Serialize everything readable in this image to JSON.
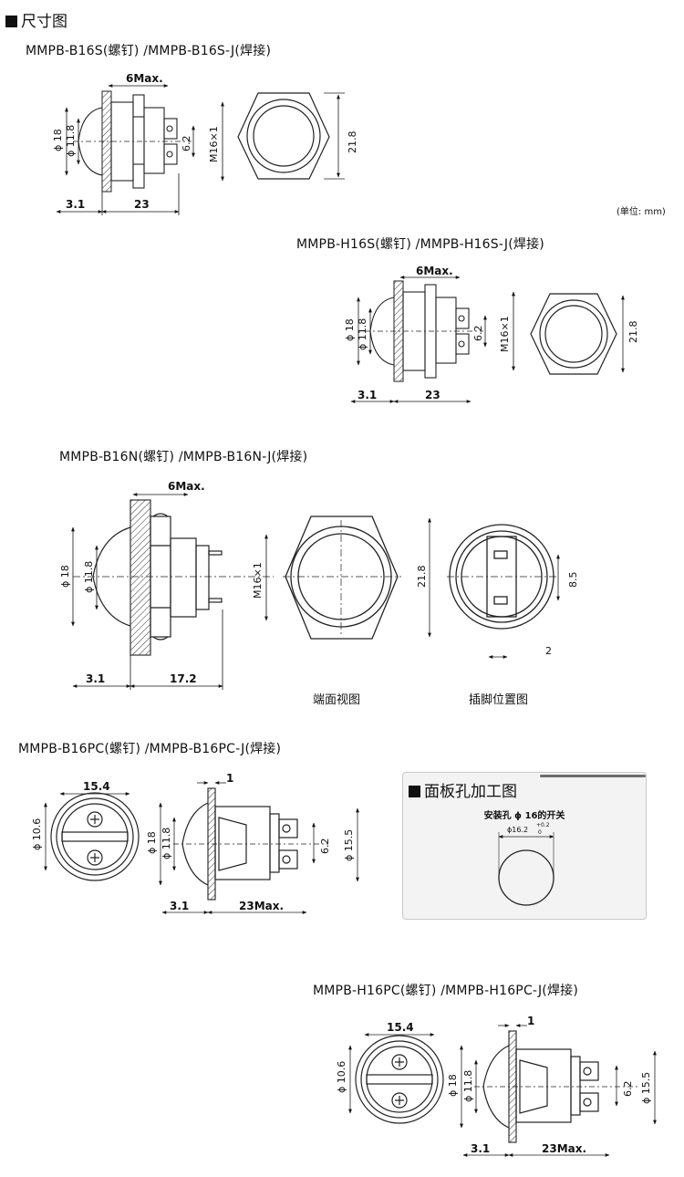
{
  "header": {
    "title": "尺寸图"
  },
  "unit_note": "(单位: mm)",
  "models": {
    "b16s": "MMPB-B16S(螺钉) /MMPB-B16S-J(焊接)",
    "h16s": "MMPB-H16S(螺钉) /MMPB-H16S-J(焊接)",
    "b16n": "MMPB-B16N(螺钉) /MMPB-B16N-J(焊接)",
    "b16pc": "MMPB-B16PC(螺钉) /MMPB-B16PC-J(焊接)",
    "h16pc": "MMPB-H16PC(螺钉) /MMPB-H16PC-J(焊接)"
  },
  "captions": {
    "end_view": "端面视图",
    "pin_view": "插脚位置图"
  },
  "panel": {
    "title": "面板孔加工图",
    "hole_label": "安装孔 ϕ 16的开关",
    "hole_dim": "ϕ16.2",
    "tol_plus": "+0.2",
    "tol_minus": "0"
  },
  "dims": {
    "max6": "6Max.",
    "d18": "ϕ 18",
    "d11_8": "ϕ 11.8",
    "d6_2": "6.2",
    "m16": "M16×1",
    "d21_8": "21.8",
    "d3_1": "3.1",
    "d23": "23",
    "d17_2": "17.2",
    "d8_5": "8.5",
    "d2": "2",
    "d15_4": "15.4",
    "d10_6": "ϕ 10.6",
    "d1": "1",
    "d15_5": "ϕ 15.5",
    "max23": "23Max."
  }
}
